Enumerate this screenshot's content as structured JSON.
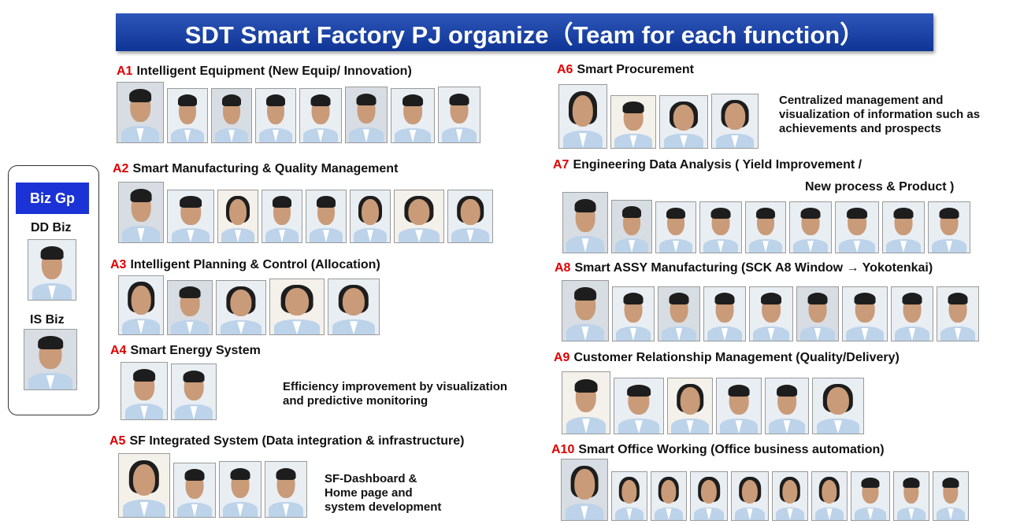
{
  "title": "SDT Smart Factory PJ organize（Team for each function）",
  "sidebar": {
    "button": "Biz Gp",
    "groups": [
      {
        "label": "DD Biz"
      },
      {
        "label": "IS Biz"
      }
    ]
  },
  "sections": [
    {
      "code": "A1",
      "title": "Intelligent Equipment (New Equip/ Innovation)",
      "members": 8
    },
    {
      "code": "A2",
      "title": "Smart Manufacturing & Quality Management",
      "members": 8
    },
    {
      "code": "A3",
      "title": "Intelligent Planning & Control (Allocation)",
      "members": 5
    },
    {
      "code": "A4",
      "title": "Smart Energy System",
      "members": 2,
      "description": [
        "Efficiency improvement by visualization",
        "and predictive monitoring"
      ]
    },
    {
      "code": "A5",
      "title": "SF Integrated System (Data integration & infrastructure)",
      "members": 4,
      "description": [
        "SF-Dashboard &",
        "Home page and",
        "system development"
      ]
    },
    {
      "code": "A6",
      "title": "Smart Procurement",
      "members": 4,
      "description": [
        "Centralized management and",
        "visualization of information such as",
        "achievements and prospects"
      ]
    },
    {
      "code": "A7",
      "title": "Engineering Data Analysis  ( Yield Improvement /",
      "title_line2": "New process & Product )",
      "members": 9
    },
    {
      "code": "A8",
      "title": "Smart ASSY Manufacturing (SCK A8 Window → Yokotenkai)",
      "members": 9
    },
    {
      "code": "A9",
      "title": "Customer Relationship Management (Quality/Delivery)",
      "members": 6
    },
    {
      "code": "A10",
      "title": "Smart Office Working  (Office business automation)",
      "members": 10
    }
  ]
}
